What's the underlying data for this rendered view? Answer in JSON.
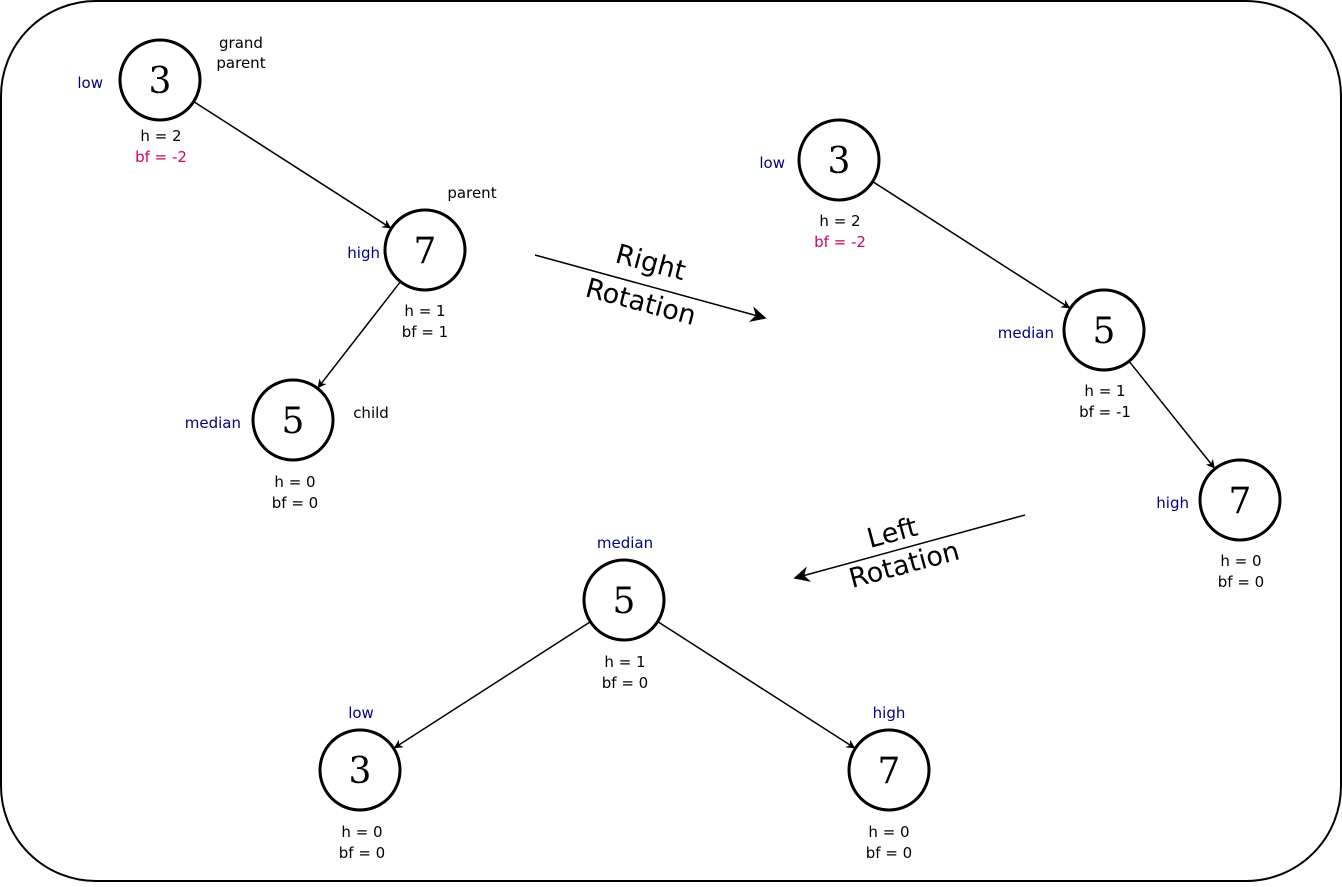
{
  "trees": [
    {
      "nodes": [
        {
          "id": "t1n3",
          "value": "3",
          "role": "low",
          "tag": [
            "grand",
            "parent"
          ],
          "h": "h = 2",
          "bf": "bf = -2",
          "bf_warn": true
        },
        {
          "id": "t1n7",
          "value": "7",
          "role": "high",
          "tag": [
            "parent"
          ],
          "h": "h = 1",
          "bf": "bf = 1",
          "bf_warn": false
        },
        {
          "id": "t1n5",
          "value": "5",
          "role": "median",
          "tag": [
            "child"
          ],
          "h": "h = 0",
          "bf": "bf = 0",
          "bf_warn": false
        }
      ],
      "edges": [
        [
          "t1n3",
          "t1n7"
        ],
        [
          "t1n7",
          "t1n5"
        ]
      ]
    },
    {
      "nodes": [
        {
          "id": "t2n3",
          "value": "3",
          "role": "low",
          "tag": [],
          "h": "h = 2",
          "bf": "bf = -2",
          "bf_warn": true
        },
        {
          "id": "t2n5",
          "value": "5",
          "role": "median",
          "tag": [],
          "h": "h = 1",
          "bf": "bf = -1",
          "bf_warn": false
        },
        {
          "id": "t2n7",
          "value": "7",
          "role": "high",
          "tag": [],
          "h": "h = 0",
          "bf": "bf = 0",
          "bf_warn": false
        }
      ],
      "edges": [
        [
          "t2n3",
          "t2n5"
        ],
        [
          "t2n5",
          "t2n7"
        ]
      ]
    },
    {
      "nodes": [
        {
          "id": "t3n5",
          "value": "5",
          "role": "median",
          "tag": [],
          "h": "h = 1",
          "bf": "bf = 0",
          "bf_warn": false
        },
        {
          "id": "t3n3",
          "value": "3",
          "role": "low",
          "tag": [],
          "h": "h = 0",
          "bf": "bf = 0",
          "bf_warn": false
        },
        {
          "id": "t3n7",
          "value": "7",
          "role": "high",
          "tag": [],
          "h": "h = 0",
          "bf": "bf = 0",
          "bf_warn": false
        }
      ],
      "edges": [
        [
          "t3n5",
          "t3n3"
        ],
        [
          "t3n5",
          "t3n7"
        ]
      ]
    }
  ],
  "operations": [
    {
      "id": "right-rotation",
      "lines": [
        "Right",
        "Rotation"
      ]
    },
    {
      "id": "left-rotation",
      "lines": [
        "Left",
        "Rotation"
      ]
    }
  ],
  "colors": {
    "role": "#000080",
    "bf_warn": "#cc0066",
    "stroke": "#000000"
  }
}
